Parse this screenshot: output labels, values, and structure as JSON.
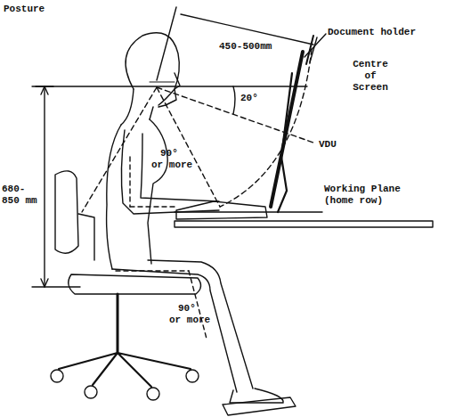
{
  "diagram": {
    "title": "Posture",
    "labels": [
      "450-500mm",
      "20°",
      "Document holder",
      "Centre of Screen",
      "VDU",
      "680- 850 mm",
      "90° or more",
      "Working Plane (home row)",
      "90° or more"
    ]
  }
}
